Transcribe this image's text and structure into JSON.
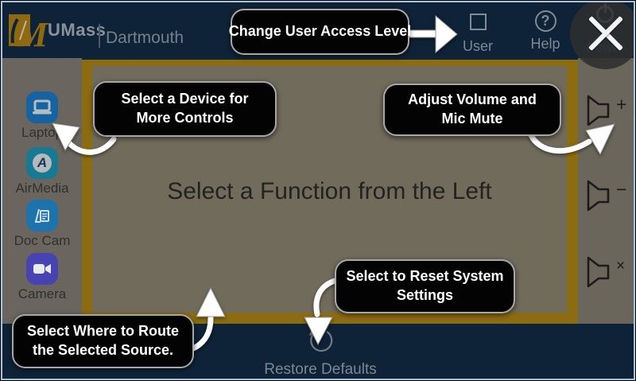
{
  "header": {
    "brand": "UMass",
    "campus": "Dartmouth",
    "user_label": "User",
    "help_label": "Help",
    "help_glyph": "?",
    "power_label": "Power"
  },
  "sidebar": {
    "items": [
      {
        "label": "Laptop",
        "icon": "laptop-icon",
        "color": "#1563a0"
      },
      {
        "label": "AirMedia",
        "icon": "airmedia-icon",
        "color": "#177a92",
        "glyph_letter": "A"
      },
      {
        "label": "Doc Cam",
        "icon": "doc-cam-icon",
        "color": "#1d74ad"
      },
      {
        "label": "Camera",
        "icon": "video-camera-icon",
        "color": "#4743b2"
      }
    ]
  },
  "main": {
    "message": "Select a Function from the Left"
  },
  "volume_controls": [
    {
      "name": "volume-up",
      "sign": "+"
    },
    {
      "name": "volume-down",
      "sign": "−"
    },
    {
      "name": "volume-mute",
      "sign": "×"
    }
  ],
  "footer": {
    "restore_label": "Restore Defaults",
    "icon": "refresh-icon"
  },
  "tooltips": [
    {
      "id": "change-user-access",
      "text": "Change User Access Level"
    },
    {
      "id": "select-device",
      "text": "Select a Device for More Controls"
    },
    {
      "id": "adjust-volume",
      "text": "Adjust Volume and Mic Mute"
    },
    {
      "id": "reset-system",
      "text": "Select to Reset System Settings"
    },
    {
      "id": "route-source",
      "text": "Select Where to Route the Selected Source."
    }
  ],
  "colors": {
    "navy_bar": "#0e2337",
    "gold_frame": "#8c6c10",
    "panel_olive": "#716b5c",
    "sidebar_gray": "#6a665f",
    "tooltip_bg": "#030303",
    "tooltip_border": "#a8a8a8",
    "muted_text": "#7e8894",
    "frame_edge_blue": "#a5c6de"
  }
}
